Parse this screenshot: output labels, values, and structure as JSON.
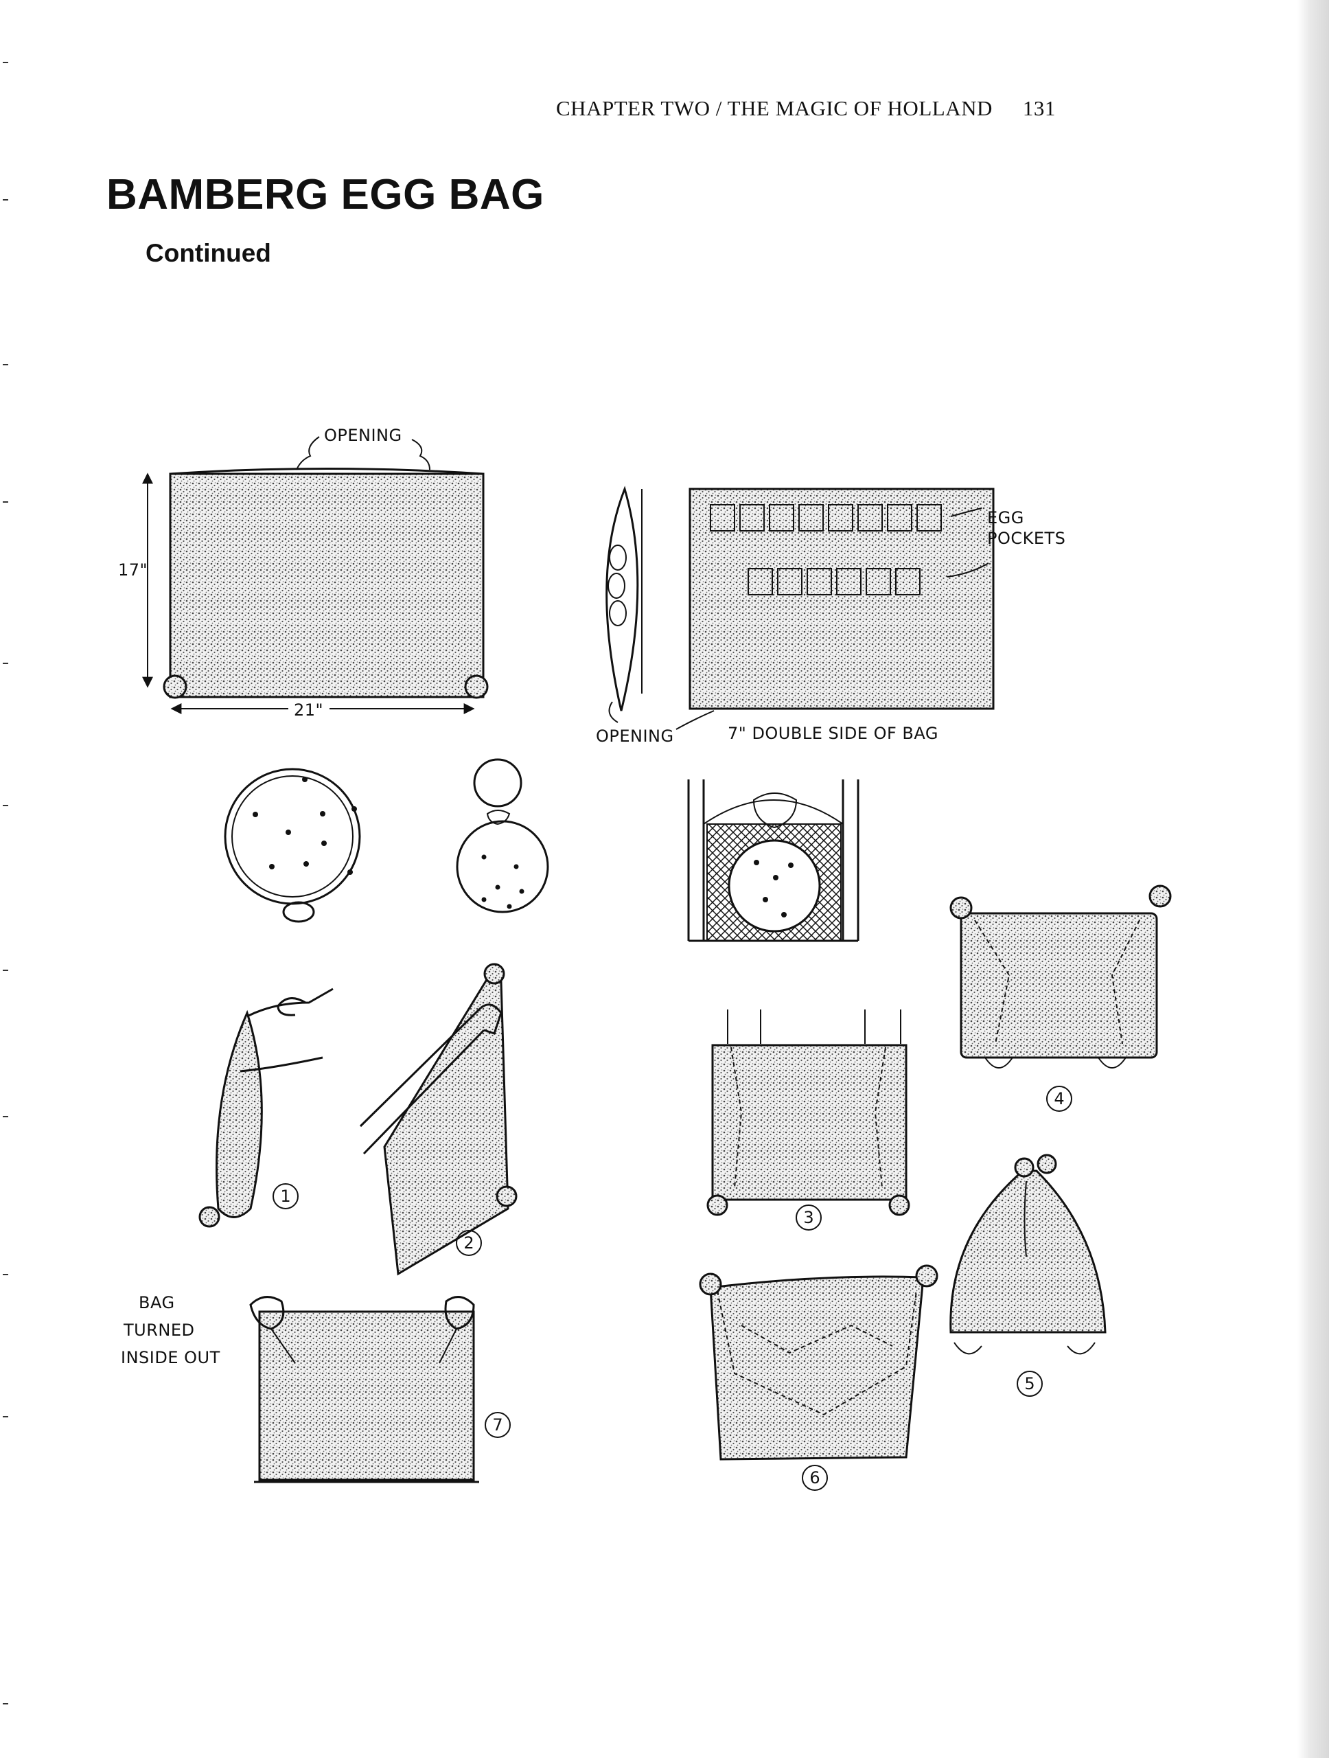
{
  "running_head": {
    "text": "CHAPTER TWO / THE MAGIC OF HOLLAND",
    "page_number": "131"
  },
  "title": "BAMBERG EGG BAG",
  "subtitle": "Continued",
  "figures": {
    "bag_dimensions": {
      "opening": "OPENING",
      "height": "17\"",
      "width": "21\""
    },
    "bag_pockets": {
      "opening": "OPENING",
      "egg_pockets_1": "EGG",
      "egg_pockets_2": "POCKETS",
      "double_side": "7\" DOUBLE SIDE OF BAG"
    },
    "steps": {
      "s1": "1",
      "s2": "2",
      "s3": "3",
      "s4": "4",
      "s5": "5",
      "s6": "6",
      "s7": "7"
    },
    "inside_out": {
      "l1": "BAG",
      "l2": "TURNED",
      "l3": "INSIDE OUT"
    }
  }
}
